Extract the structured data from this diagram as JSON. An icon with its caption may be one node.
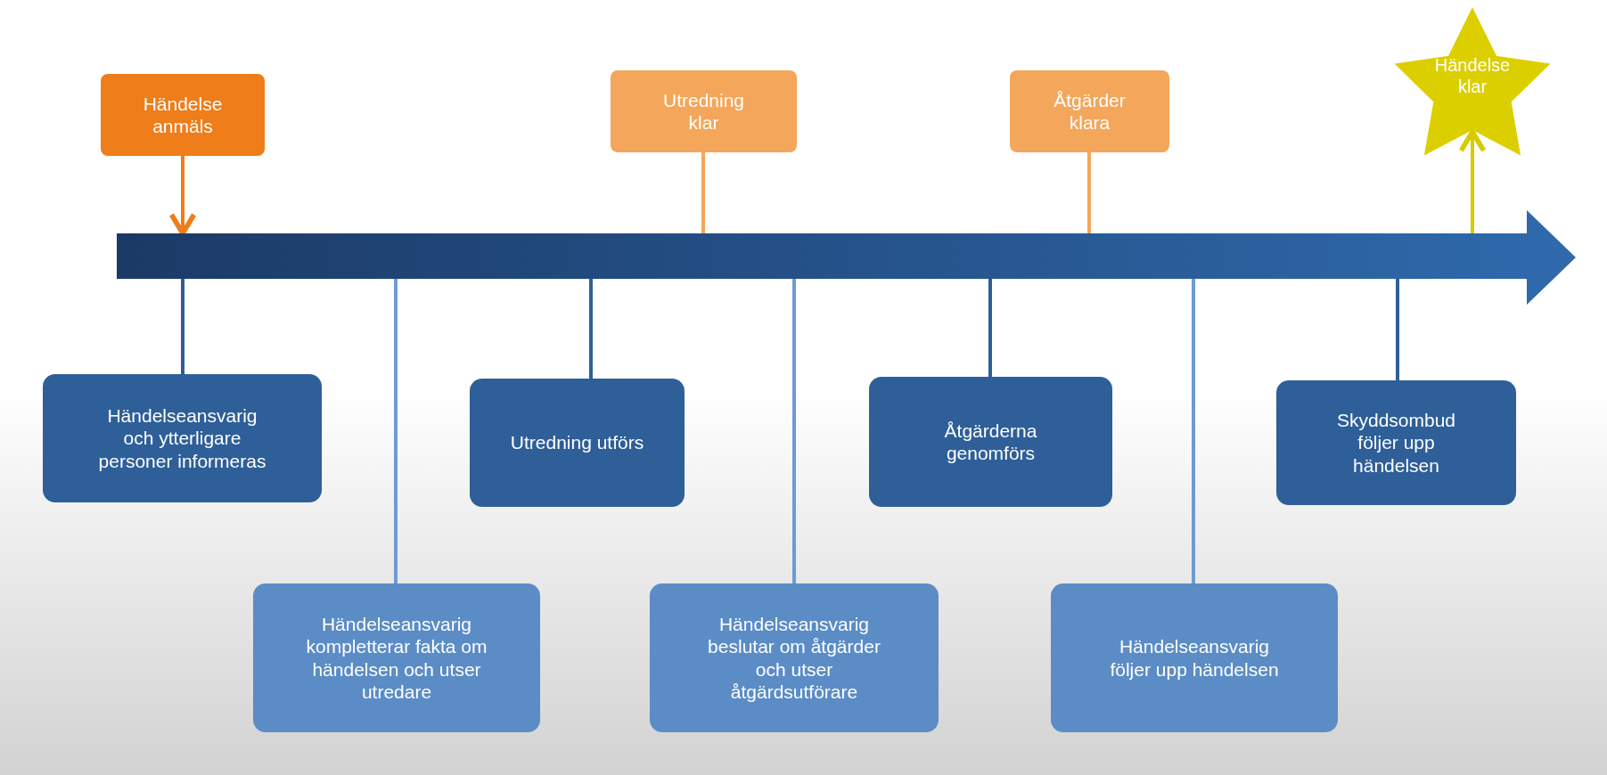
{
  "diagram": {
    "nodes": [
      {
        "text": [
          "Händelse anmäls"
        ]
      },
      {
        "text": [
          "Utredning klar"
        ]
      },
      {
        "text": [
          "Åtgärder klara"
        ]
      },
      {
        "text": [
          "Händelse klar"
        ]
      },
      {
        "text": [],
        "shape": "arrow"
      },
      {
        "text": [
          "Händelseansvarig och ytterligare personer informeras"
        ]
      },
      {
        "text": [
          "Händelseansvarig kompletterar fakta om händelsen och utser utredare"
        ]
      },
      {
        "text": [
          "Utredning utförs"
        ]
      },
      {
        "text": [
          "Händelseansvarig beslutar om åtgärder och utser åtgärdsutförare"
        ]
      },
      {
        "text": [
          "Åtgärderna genomförs"
        ]
      },
      {
        "text": [
          "Händelseansvarig följer upp händelsen"
        ]
      },
      {
        "text": [
          "Skyddsombud följer upp händelsen"
        ]
      }
    ],
    "edges": [
      {
        "from": 0,
        "to": 4,
        "arrow": "to",
        "color": "#ee7d1a"
      },
      {
        "from": 1,
        "to": 4,
        "arrow": "none",
        "color": "#f4a65a"
      },
      {
        "from": 2,
        "to": 4,
        "arrow": "none",
        "color": "#f4a65a"
      },
      {
        "from": 4,
        "to": 3,
        "arrow": "to",
        "color": "#d6cc00"
      },
      {
        "from": 4,
        "to": 5,
        "arrow": "none"
      },
      {
        "from": 4,
        "to": 6,
        "arrow": "none",
        "color": "#6e9bd1"
      },
      {
        "from": 4,
        "to": 7,
        "arrow": "none"
      },
      {
        "from": 4,
        "to": 8,
        "arrow": "none",
        "color": "#6e9bd1"
      },
      {
        "from": 4,
        "to": 9,
        "arrow": "none"
      },
      {
        "from": 4,
        "to": 10,
        "arrow": "none",
        "color": "#6e9bd1"
      },
      {
        "from": 4,
        "to": 11,
        "arrow": "none"
      }
    ]
  }
}
